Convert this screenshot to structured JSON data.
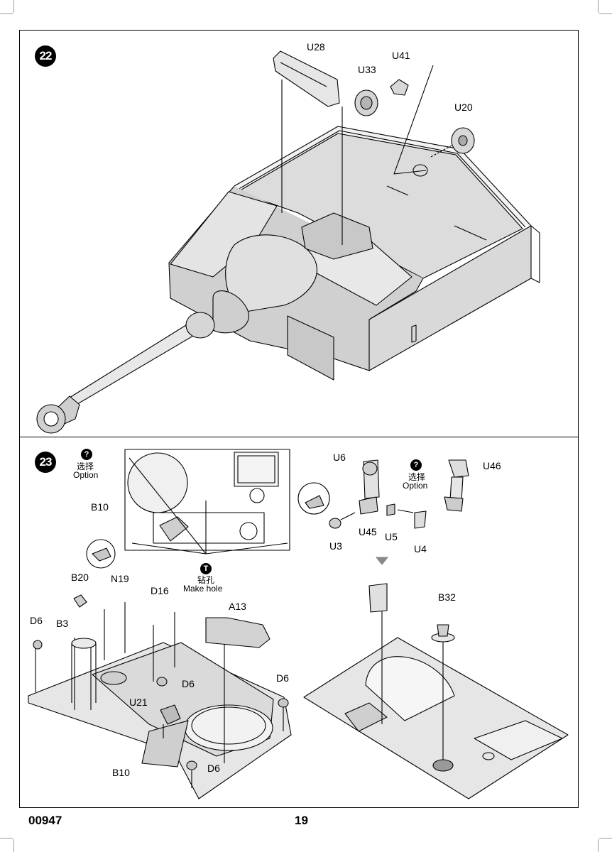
{
  "footer": {
    "code": "00947",
    "page_number": "19"
  },
  "step22": {
    "number": "22",
    "labels": {
      "u28": "U28",
      "u33": "U33",
      "u41": "U41",
      "u20": "U20"
    }
  },
  "step23": {
    "number": "23",
    "option_left": {
      "cn": "选择",
      "en": "Option"
    },
    "option_right": {
      "cn": "选择",
      "en": "Option"
    },
    "make_hole": {
      "cn": "钻孔",
      "en": "Make hole"
    },
    "labels": {
      "b10_top": "B10",
      "u6": "U6",
      "u45": "U45",
      "u5": "U5",
      "u4": "U4",
      "u3": "U3",
      "u46": "U46",
      "b20": "B20",
      "n19": "N19",
      "d16": "D16",
      "a13": "A13",
      "d6_left": "D6",
      "b3": "B3",
      "d6_mid": "D6",
      "d6_right": "D6",
      "u21": "U21",
      "b10_bottom": "B10",
      "d6_bottom": "D6",
      "b32": "B32"
    }
  }
}
